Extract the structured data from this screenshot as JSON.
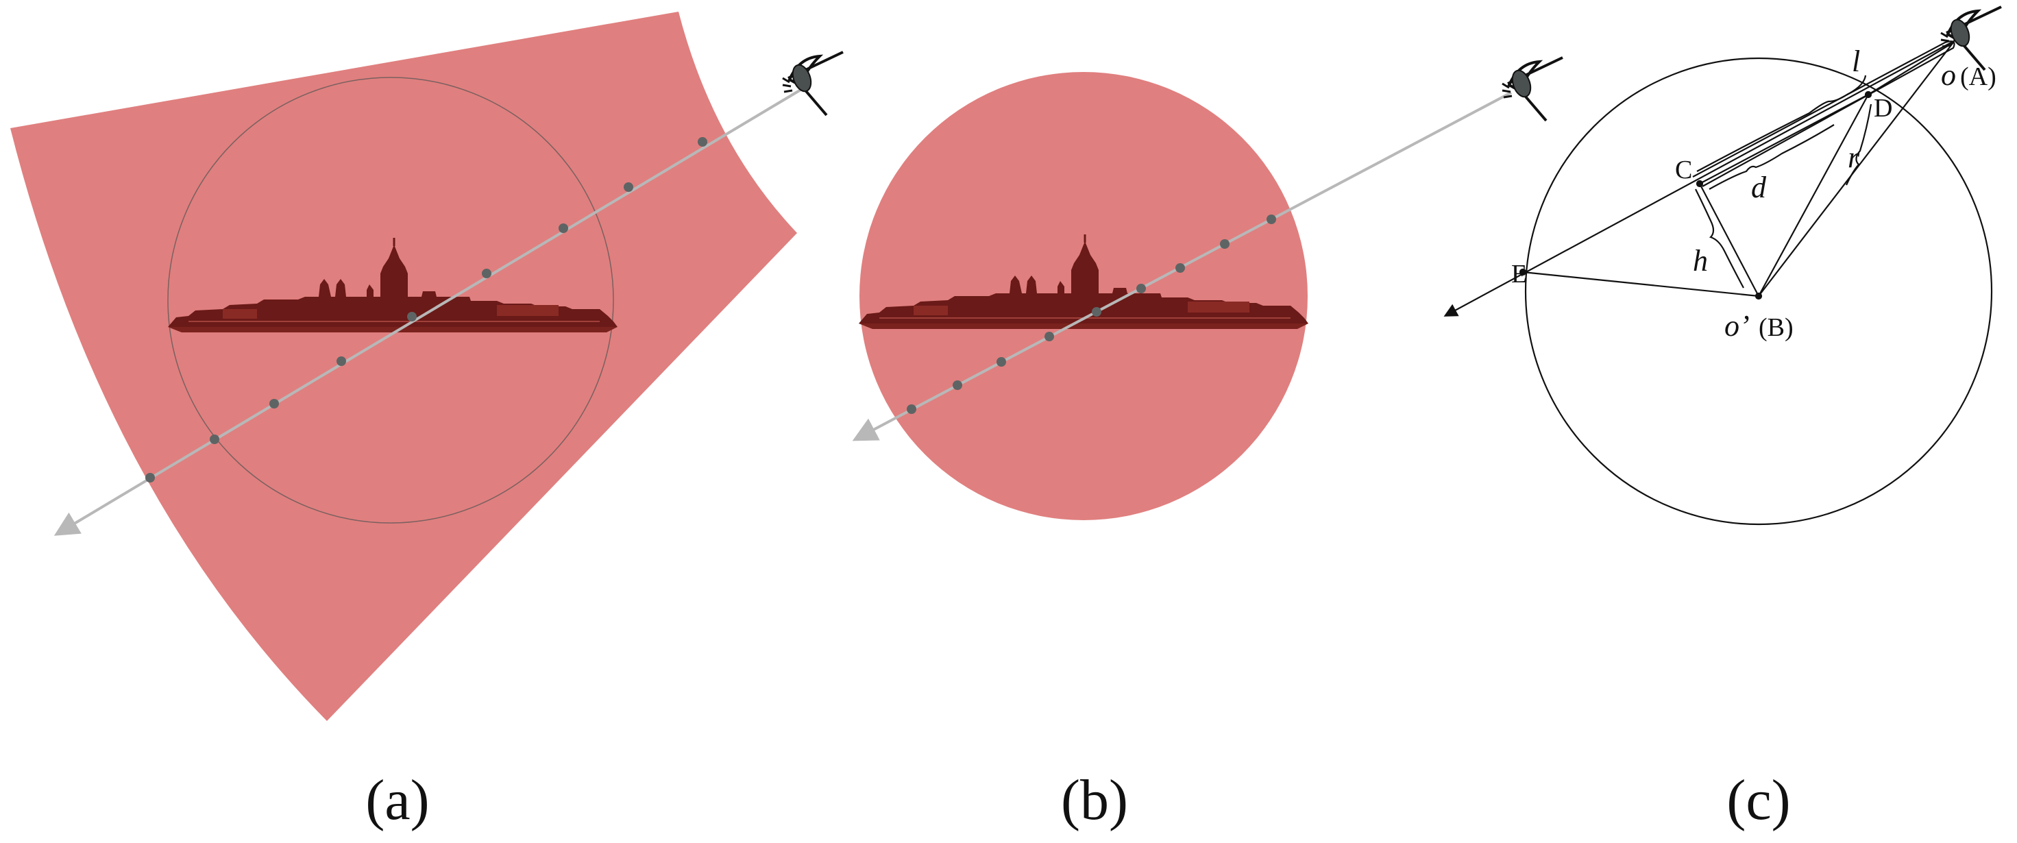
{
  "panels": [
    {
      "id": "a",
      "caption": "(a)"
    },
    {
      "id": "b",
      "caption": "(b)"
    },
    {
      "id": "c",
      "caption": "(c)"
    }
  ],
  "labels_c": {
    "C": "C",
    "D": "D",
    "E": "E",
    "l": "l",
    "d": "d",
    "h": "h",
    "r": "r",
    "o_italic": "o",
    "A_paren": "(A)",
    "oprime": "o’",
    "B_paren": "(B)"
  },
  "colors": {
    "region_fill": "#e07f7f",
    "ray": "#b8b8b8",
    "sample_dot": "#5e6464",
    "city_dark": "#6a1a18",
    "city_mid": "#8a2a25",
    "line": "#111111"
  },
  "icons": {
    "eye_a": "eye-icon",
    "eye_b": "eye-icon",
    "eye_c": "eye-icon",
    "city_a": "city-silhouette-icon",
    "city_b": "city-silhouette-icon"
  }
}
